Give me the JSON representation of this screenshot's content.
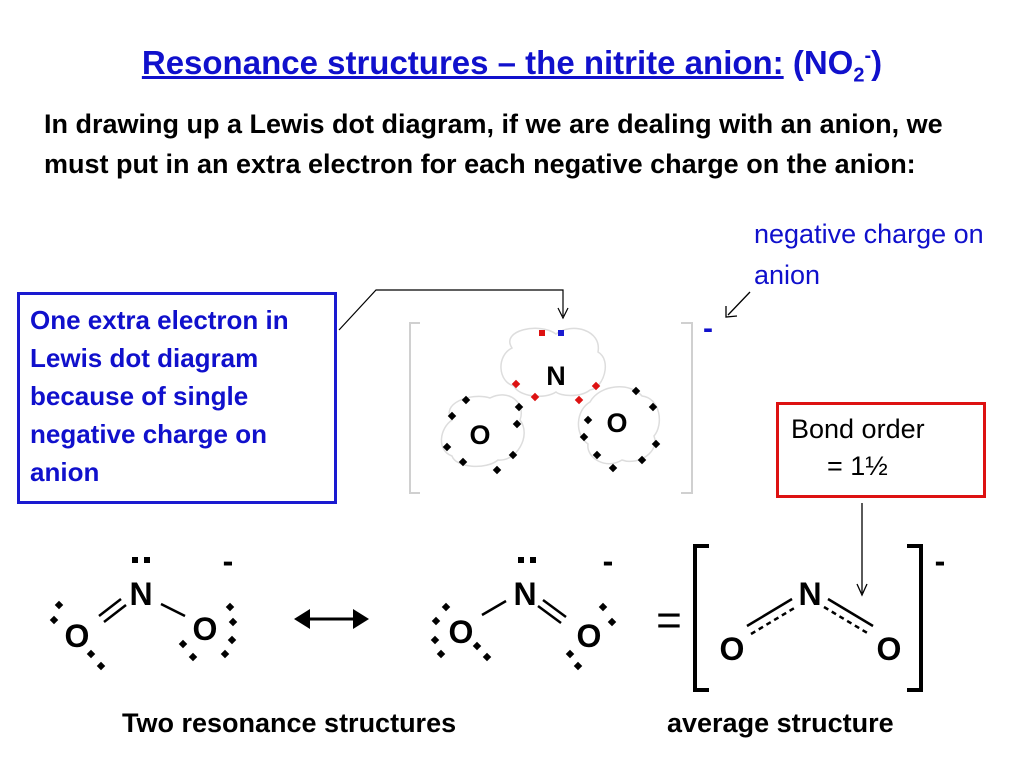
{
  "title": {
    "main": "Resonance structures – the nitrite anion:",
    "formula_prefix": "(NO",
    "formula_sub": "2",
    "formula_sup": "-",
    "formula_suffix": ")"
  },
  "intro": "In drawing up a Lewis dot diagram, if we are dealing with an anion, we must put in an extra electron for each negative charge on the anion:",
  "negative_charge_note": "negative charge on anion",
  "electron_box": "One extra electron in Lewis dot diagram because of single negative charge on anion",
  "bond_box": {
    "line1": "Bond order",
    "line2": "= 1½"
  },
  "captions": {
    "resonance": "Two resonance structures",
    "average": "average structure"
  },
  "atoms": {
    "nitrogen": "N",
    "oxygen": "O"
  },
  "symbols": {
    "charge": "-",
    "resonance_arrow": "↔",
    "equals": "="
  },
  "colors": {
    "title": "#1010cc",
    "extra_electron": "#dd1111",
    "shared_electron": "#1a1ad0",
    "bond_box_border": "#dd1111"
  }
}
